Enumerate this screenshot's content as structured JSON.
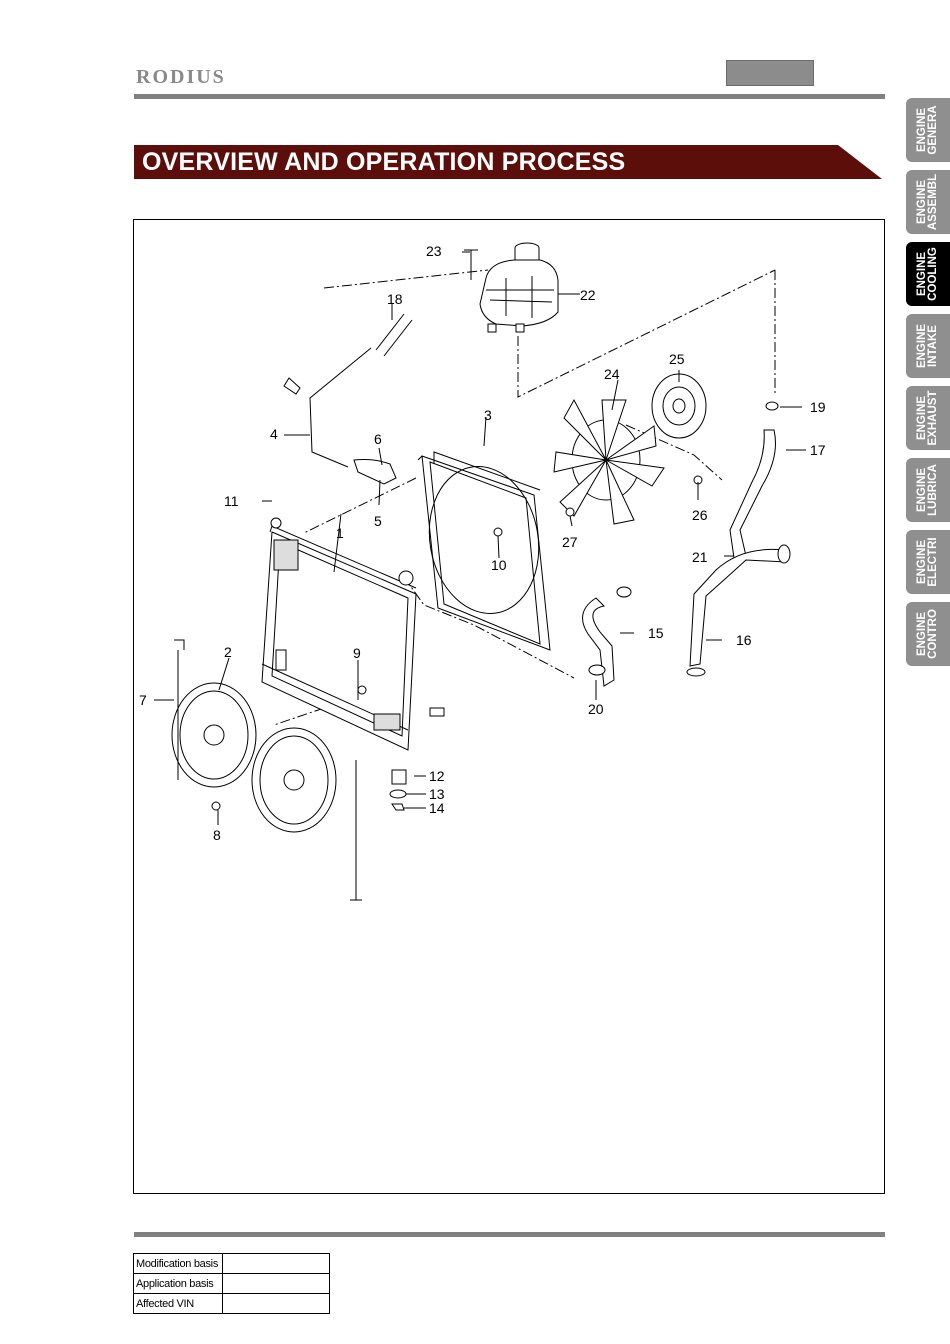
{
  "header": {
    "brand": "RODIUS",
    "title": "OVERVIEW AND OPERATION PROCESS"
  },
  "side_tabs": [
    {
      "line1": "ENGINE",
      "line2": "GENERA",
      "active": false
    },
    {
      "line1": "ENGINE",
      "line2": "ASSEMBL",
      "active": false
    },
    {
      "line1": "ENGINE",
      "line2": "COOLING",
      "active": true
    },
    {
      "line1": "ENGINE",
      "line2": "INTAKE",
      "active": false
    },
    {
      "line1": "ENGINE",
      "line2": "EXHAUST",
      "active": false
    },
    {
      "line1": "ENGINE",
      "line2": "LUBRICA",
      "active": false
    },
    {
      "line1": "ENGINE",
      "line2": "ELECTRI",
      "active": false
    },
    {
      "line1": "ENGINE",
      "line2": "CONTRO",
      "active": false
    }
  ],
  "figure": {
    "callouts": [
      "1",
      "2",
      "3",
      "4",
      "5",
      "6",
      "7",
      "8",
      "9",
      "10",
      "11",
      "12",
      "13",
      "14",
      "15",
      "16",
      "17",
      "18",
      "19",
      "20",
      "21",
      "22",
      "23",
      "24",
      "25",
      "26",
      "27"
    ]
  },
  "footer": {
    "rows": [
      {
        "label": "Modification basis",
        "value": ""
      },
      {
        "label": "Application basis",
        "value": ""
      },
      {
        "label": "Affected VIN",
        "value": ""
      }
    ]
  },
  "colors": {
    "banner": "#5c0f0a",
    "rule": "#808080",
    "tab": "#8f8f8f",
    "tab_active": "#000000"
  }
}
